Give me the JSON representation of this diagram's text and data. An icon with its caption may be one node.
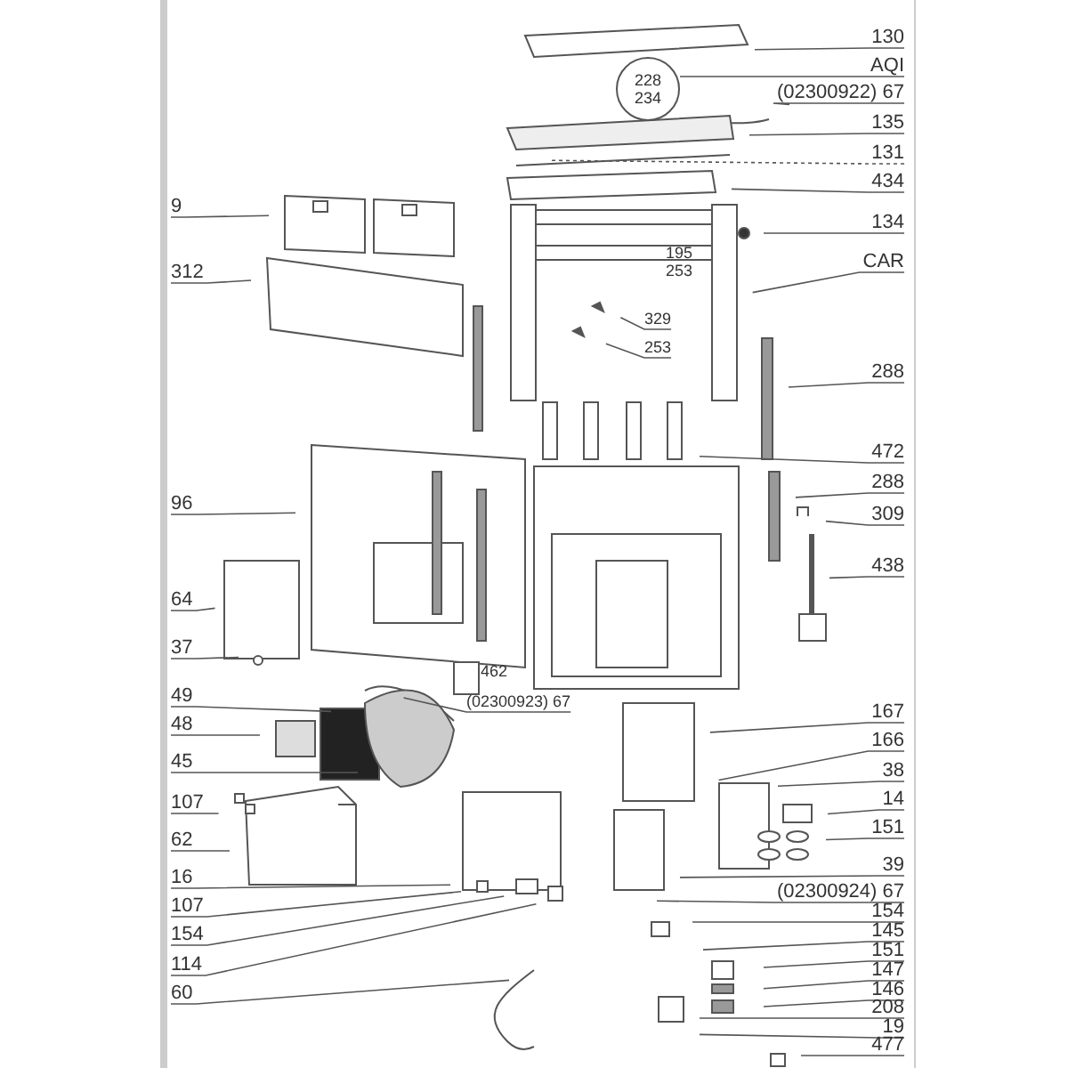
{
  "diagram": {
    "nodes": [
      {
        "text": [
          "130"
        ]
      },
      {
        "text": [
          "AQI"
        ]
      },
      {
        "text": [
          "(02300922) 67"
        ]
      },
      {
        "text": [
          "135"
        ]
      },
      {
        "text": [
          "131"
        ]
      },
      {
        "text": [
          "434"
        ]
      },
      {
        "text": [
          "134"
        ]
      },
      {
        "text": [
          "CAR"
        ]
      },
      {
        "text": [
          "288"
        ]
      },
      {
        "text": [
          "472"
        ]
      },
      {
        "text": [
          "288"
        ]
      },
      {
        "text": [
          "309"
        ]
      },
      {
        "text": [
          "438"
        ]
      },
      {
        "text": [
          "167"
        ]
      },
      {
        "text": [
          "166"
        ]
      },
      {
        "text": [
          "38"
        ]
      },
      {
        "text": [
          "14"
        ]
      },
      {
        "text": [
          "151"
        ]
      },
      {
        "text": [
          "39"
        ]
      },
      {
        "text": [
          "(02300924) 67"
        ]
      },
      {
        "text": [
          "154"
        ]
      },
      {
        "text": [
          "145"
        ]
      },
      {
        "text": [
          "151"
        ]
      },
      {
        "text": [
          "147"
        ]
      },
      {
        "text": [
          "146"
        ]
      },
      {
        "text": [
          "208"
        ]
      },
      {
        "text": [
          "19"
        ]
      },
      {
        "text": [
          "477"
        ]
      },
      {
        "text": [
          "9"
        ]
      },
      {
        "text": [
          "312"
        ]
      },
      {
        "text": [
          "96"
        ]
      },
      {
        "text": [
          "64"
        ]
      },
      {
        "text": [
          "37"
        ]
      },
      {
        "text": [
          "49"
        ]
      },
      {
        "text": [
          "48"
        ]
      },
      {
        "text": [
          "45"
        ]
      },
      {
        "text": [
          "107"
        ]
      },
      {
        "text": [
          "62"
        ]
      },
      {
        "text": [
          "16"
        ]
      },
      {
        "text": [
          "107"
        ]
      },
      {
        "text": [
          "154"
        ]
      },
      {
        "text": [
          "114"
        ]
      },
      {
        "text": [
          "60"
        ]
      },
      {
        "text": [
          "228",
          "234"
        ]
      },
      {
        "text": [
          "195"
        ]
      },
      {
        "text": [
          "253"
        ]
      },
      {
        "text": [
          "329"
        ]
      },
      {
        "text": [
          "253"
        ]
      },
      {
        "text": [
          "462"
        ]
      },
      {
        "text": [
          "(02300923) 67"
        ]
      }
    ],
    "edges": [
      {
        "from": 0,
        "to": null,
        "arrow": "none"
      },
      {
        "from": 1,
        "to": 43,
        "arrow": "none"
      },
      {
        "from": 2,
        "to": null,
        "arrow": "none"
      },
      {
        "from": 3,
        "to": null,
        "arrow": "none"
      },
      {
        "from": 4,
        "to": null,
        "arrow": "none",
        "style": "dashed"
      },
      {
        "from": 5,
        "to": null,
        "arrow": "none"
      },
      {
        "from": 6,
        "to": null,
        "arrow": "none"
      },
      {
        "from": 7,
        "to": null,
        "arrow": "none"
      },
      {
        "from": 8,
        "to": null,
        "arrow": "none"
      },
      {
        "from": 9,
        "to": null,
        "arrow": "none"
      },
      {
        "from": 10,
        "to": null,
        "arrow": "none"
      },
      {
        "from": 11,
        "to": null,
        "arrow": "none"
      },
      {
        "from": 12,
        "to": null,
        "arrow": "none"
      },
      {
        "from": 13,
        "to": null,
        "arrow": "none"
      },
      {
        "from": 14,
        "to": null,
        "arrow": "none"
      },
      {
        "from": 15,
        "to": null,
        "arrow": "none"
      },
      {
        "from": 16,
        "to": null,
        "arrow": "none"
      },
      {
        "from": 17,
        "to": null,
        "arrow": "none"
      },
      {
        "from": 18,
        "to": null,
        "arrow": "none"
      },
      {
        "from": 19,
        "to": null,
        "arrow": "none"
      },
      {
        "from": 20,
        "to": null,
        "arrow": "none"
      },
      {
        "from": 21,
        "to": null,
        "arrow": "none"
      },
      {
        "from": 22,
        "to": null,
        "arrow": "none"
      },
      {
        "from": 23,
        "to": null,
        "arrow": "none"
      },
      {
        "from": 24,
        "to": null,
        "arrow": "none"
      },
      {
        "from": 25,
        "to": null,
        "arrow": "none"
      },
      {
        "from": 26,
        "to": null,
        "arrow": "none"
      },
      {
        "from": 27,
        "to": null,
        "arrow": "none"
      },
      {
        "from": 28,
        "to": null,
        "arrow": "none"
      },
      {
        "from": 29,
        "to": null,
        "arrow": "none"
      },
      {
        "from": 30,
        "to": null,
        "arrow": "none"
      },
      {
        "from": 31,
        "to": null,
        "arrow": "none"
      },
      {
        "from": 32,
        "to": null,
        "arrow": "none"
      },
      {
        "from": 33,
        "to": null,
        "arrow": "none"
      },
      {
        "from": 34,
        "to": null,
        "arrow": "none"
      },
      {
        "from": 35,
        "to": null,
        "arrow": "none"
      },
      {
        "from": 36,
        "to": null,
        "arrow": "none"
      },
      {
        "from": 37,
        "to": null,
        "arrow": "none"
      },
      {
        "from": 38,
        "to": null,
        "arrow": "none"
      },
      {
        "from": 39,
        "to": null,
        "arrow": "none"
      },
      {
        "from": 40,
        "to": null,
        "arrow": "none"
      },
      {
        "from": 41,
        "to": null,
        "arrow": "none"
      },
      {
        "from": 42,
        "to": null,
        "arrow": "none"
      },
      {
        "from": 46,
        "to": null,
        "arrow": "none"
      },
      {
        "from": 47,
        "to": null,
        "arrow": "none"
      },
      {
        "from": 49,
        "to": null,
        "arrow": "none"
      }
    ]
  }
}
